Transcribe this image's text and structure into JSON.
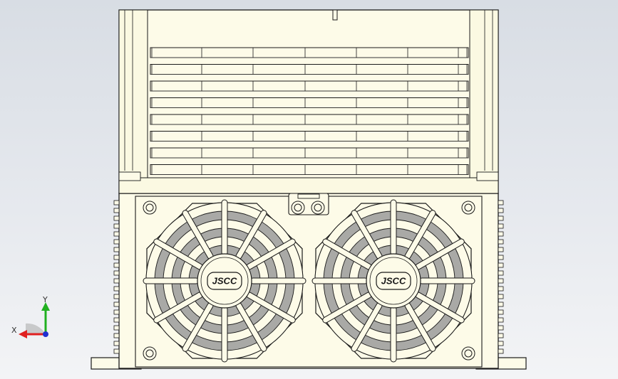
{
  "viewport": {
    "background_top": "#d8dde4",
    "background_bottom": "#f3f4f6",
    "model_fill": "#fdfbe8",
    "model_stroke": "#1a1a1a",
    "fan_shadow": "#a9a9a6"
  },
  "model": {
    "fan_labels": [
      "JSCC",
      "JSCC"
    ],
    "top_fin_count": 8,
    "side_fin_count": 20
  },
  "triad": {
    "x_label": "X",
    "y_label": "Y",
    "x_color": "#e02020",
    "y_color": "#20b020",
    "z_color": "#2030d0"
  }
}
